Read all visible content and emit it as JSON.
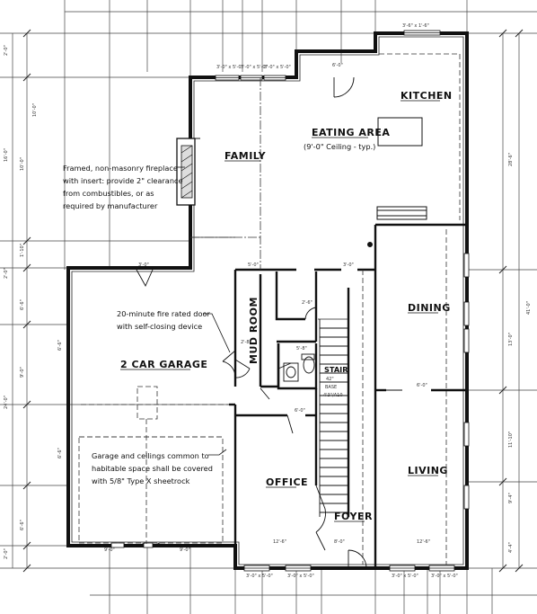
{
  "rooms": {
    "kitchen": "KITCHEN",
    "eating_area": "EATING AREA",
    "eating_ceiling": "(9'-0\" Ceiling - typ.)",
    "family": "FAMILY",
    "mud_room": "MUD ROOM",
    "dining": "DINING",
    "garage": "2 CAR GARAGE",
    "office": "OFFICE",
    "foyer": "FOYER",
    "living": "LIVING",
    "stair_1": "STAIR",
    "stair_2": "42\"",
    "stair_3": "BASE",
    "stair_4": "4'3\"/A10"
  },
  "notes": {
    "fireplace": [
      "Framed, non-masonry fireplace",
      "with insert: provide 2\" clearance",
      "from combustibles, or as",
      "required by manufacturer"
    ],
    "fire_door": [
      "20-minute fire rated door",
      "with self-closing device"
    ],
    "garage_ceiling": [
      "Garage and ceilings common to",
      "habitable space shall be covered",
      "with 5/8\" Type X sheetrock"
    ]
  },
  "dimensions": {
    "top_windows": [
      "3'-0\" x 5'-0\"",
      "3'-0\" x 5'-0\"",
      "3'-0\" x 5'-0\""
    ],
    "top_right": "3'-6\" x 1'-6\"",
    "top_door": "6'-0\"",
    "bottom_windows": [
      "3'-0\" x 5'-0\"",
      "3'-0\" x 5'-0\"",
      "3'-0\" x 5'-0\"",
      "3'-0\" x 5'-0\""
    ],
    "bottom_segments": [
      "12'-6\"",
      "8'-0\"",
      "12'-6\""
    ],
    "garage_bottom": [
      "9'-0\"",
      "9'-0\""
    ],
    "garage_top": "3'-0\"",
    "family_door": "5'-0\"",
    "foyer_door": "3'-0\"",
    "mud_door": "2'-8\"",
    "closet": "2'-6\"",
    "pantry": "5'-8\"",
    "dining_opening": "6'-0\"",
    "office_opening": "6'-0\"",
    "left_outer": [
      "2'-0\"",
      "10'-0\"",
      "1'-10\"",
      "2'-0\"",
      "6'-6\"",
      "9'-0\"",
      "6'-6\"",
      "2'-0\""
    ],
    "left_outer_totals": [
      "16'-0\"",
      "24'-0\""
    ],
    "right_outer": [
      "28'-6\"",
      "13'-0\"",
      "11'-10\"",
      "9'-4\"",
      "4'-4\""
    ],
    "right_total": "41'-0\""
  }
}
